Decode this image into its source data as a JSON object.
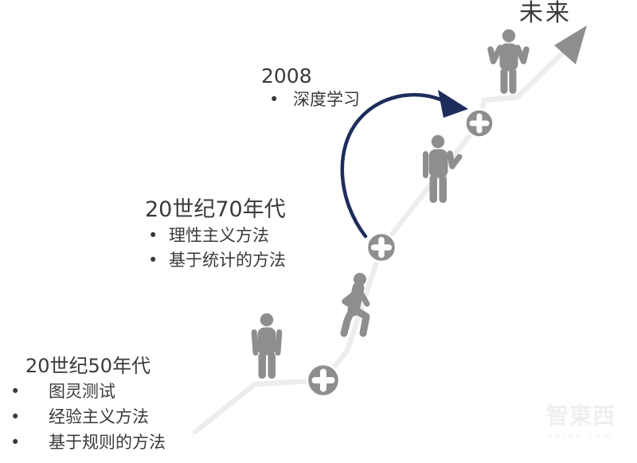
{
  "page": {
    "background": "#ffffff"
  },
  "future_label": "未来",
  "bullet_char": "•",
  "timeline": [
    {
      "id": "1950s",
      "title": "20世纪50年代",
      "bullets": [
        "图灵测试",
        "经验主义方法",
        "基于规则的方法"
      ]
    },
    {
      "id": "1970s",
      "title": "20世纪70年代",
      "bullets": [
        "理性主义方法",
        "基于统计的方法"
      ]
    },
    {
      "id": "2008",
      "title": "2008",
      "bullets": [
        "深度学习"
      ]
    }
  ],
  "icons": {
    "milestone_marker": "plus-circle-icon",
    "stage_figures": [
      "person-standing-icon",
      "person-walking-icon",
      "person-gesturing-icon",
      "person-shrugging-icon"
    ],
    "future_arrow": "arrowhead-icon",
    "leap_arrow": "curved-arrow-icon",
    "progress_path": "zigzag-path-line"
  },
  "colors": {
    "figure_gray": "#8e8e8e",
    "path_gray": "#ededed",
    "arrow_navy": "#1e2c5c",
    "text_dark": "#3a3a3a",
    "watermark_gray": "#efefef"
  },
  "watermark": {
    "logo": "智東西",
    "domain": "zhidx.com"
  }
}
